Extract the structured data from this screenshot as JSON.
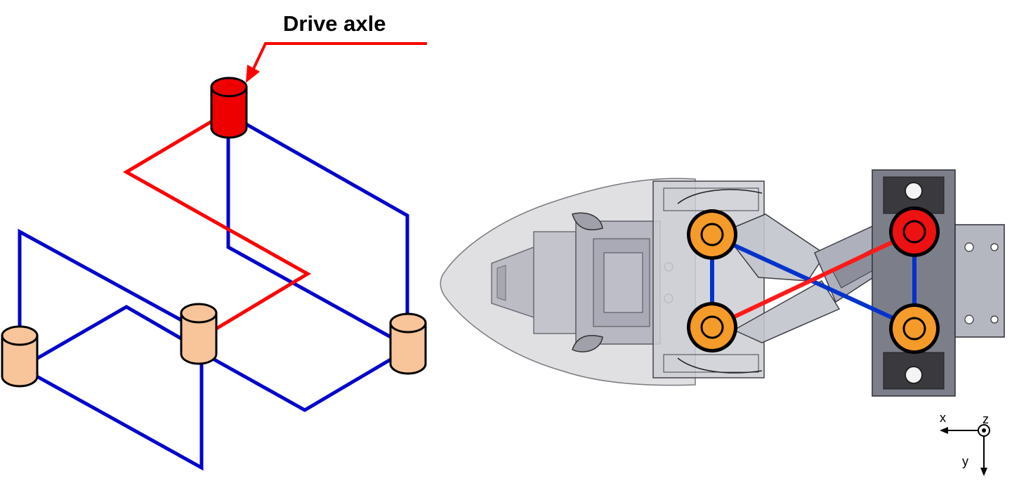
{
  "callout": {
    "label": "Drive axle"
  },
  "axes": {
    "x": "x",
    "y": "y",
    "z": "z"
  },
  "colors": {
    "drive_link": "#ff0000",
    "passive_link": "#0000cc",
    "drive_axle": "#ee0000",
    "passive_axle": "#f8c49a",
    "joint_orange": "#f59b2a",
    "housing": "#c8c8cc",
    "bracket": "#7c7e8a"
  }
}
